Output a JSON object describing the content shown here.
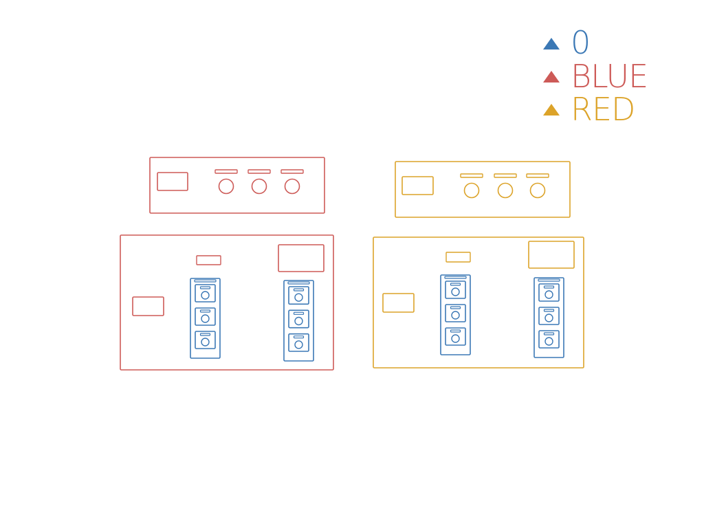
{
  "colors": {
    "blue": "#3b78b5",
    "red": "#cd5a57",
    "yellow": "#dca329",
    "background": "#ffffff"
  },
  "legend": [
    {
      "marker": "triangle-icon",
      "label": "0",
      "color": "#3b78b5"
    },
    {
      "marker": "triangle-icon",
      "label": "BLUE",
      "color": "#cd5a57"
    },
    {
      "marker": "triangle-icon",
      "label": "RED",
      "color": "#dca329"
    }
  ],
  "groups": [
    {
      "name": "red-group",
      "color": "#cd5a57",
      "panel": {
        "knob_count": 3
      },
      "station": {
        "cabinet_count": 2,
        "drawers_per_cabinet": 3
      }
    },
    {
      "name": "yellow-group",
      "color": "#dca329",
      "panel": {
        "knob_count": 3
      },
      "station": {
        "cabinet_count": 2,
        "drawers_per_cabinet": 3
      }
    }
  ],
  "cabinet_color": "#3b78b5"
}
